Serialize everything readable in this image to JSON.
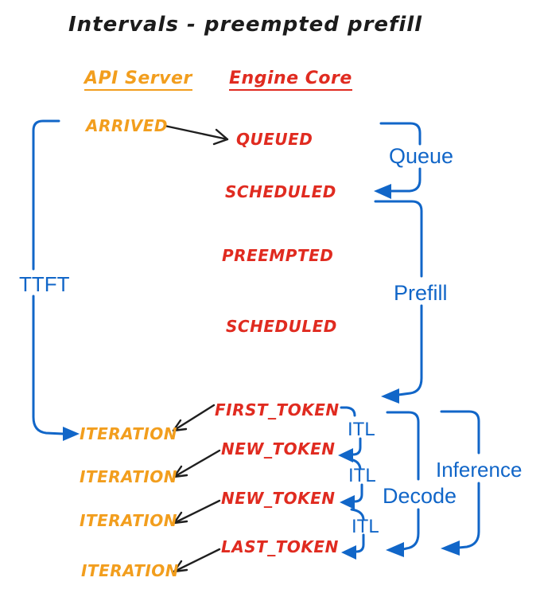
{
  "title": "Intervals - preempted prefill",
  "columns": {
    "api_server": "API Server",
    "engine_core": "Engine Core"
  },
  "events": {
    "arrived": "ARRIVED",
    "queued": "QUEUED",
    "scheduled_1": "SCHEDULED",
    "preempted": "PREEMPTED",
    "scheduled_2": "SCHEDULED",
    "first_token": "FIRST_TOKEN",
    "new_token_1": "NEW_TOKEN",
    "new_token_2": "NEW_TOKEN",
    "last_token": "LAST_TOKEN",
    "iteration_1": "ITERATION",
    "iteration_2": "ITERATION",
    "iteration_3": "ITERATION",
    "iteration_4": "ITERATION"
  },
  "intervals": {
    "ttft": "TTFT",
    "queue": "Queue",
    "prefill": "Prefill",
    "itl_1": "ITL",
    "itl_2": "ITL",
    "itl_3": "ITL",
    "decode": "Decode",
    "inference": "Inference"
  },
  "colors": {
    "api_server": "#f29e1e",
    "engine_core": "#e02b20",
    "interval": "#1166c8",
    "connector": "#1f1f1f"
  }
}
